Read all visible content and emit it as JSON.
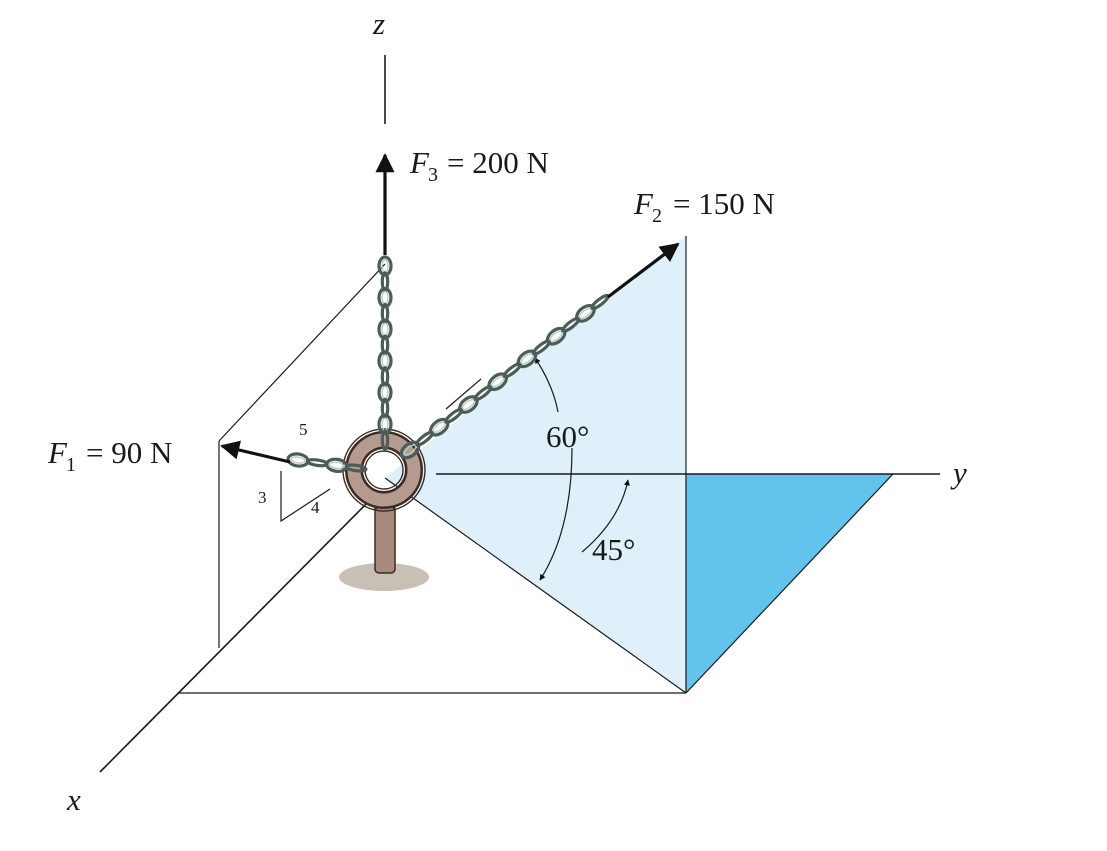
{
  "axes": {
    "x": "x",
    "y": "y",
    "z": "z"
  },
  "forces": {
    "f1": {
      "symbol": "F",
      "subscript": "1",
      "value": "= 90 N"
    },
    "f2": {
      "symbol": "F",
      "subscript": "2",
      "value": "= 150 N"
    },
    "f3": {
      "symbol": "F",
      "subscript": "3",
      "value": "= 200 N"
    }
  },
  "slope": {
    "hyp": "5",
    "vertical": "3",
    "horizontal": "4"
  },
  "angles": {
    "elevation": "60°",
    "azimuth": "45°"
  },
  "colors": {
    "plane_light": "#dff0fa",
    "plane_dark": "#62c4ec",
    "chain": "#4c5c57",
    "eyebolt": "#a88a7e",
    "shadow": "#c9c0b5"
  }
}
